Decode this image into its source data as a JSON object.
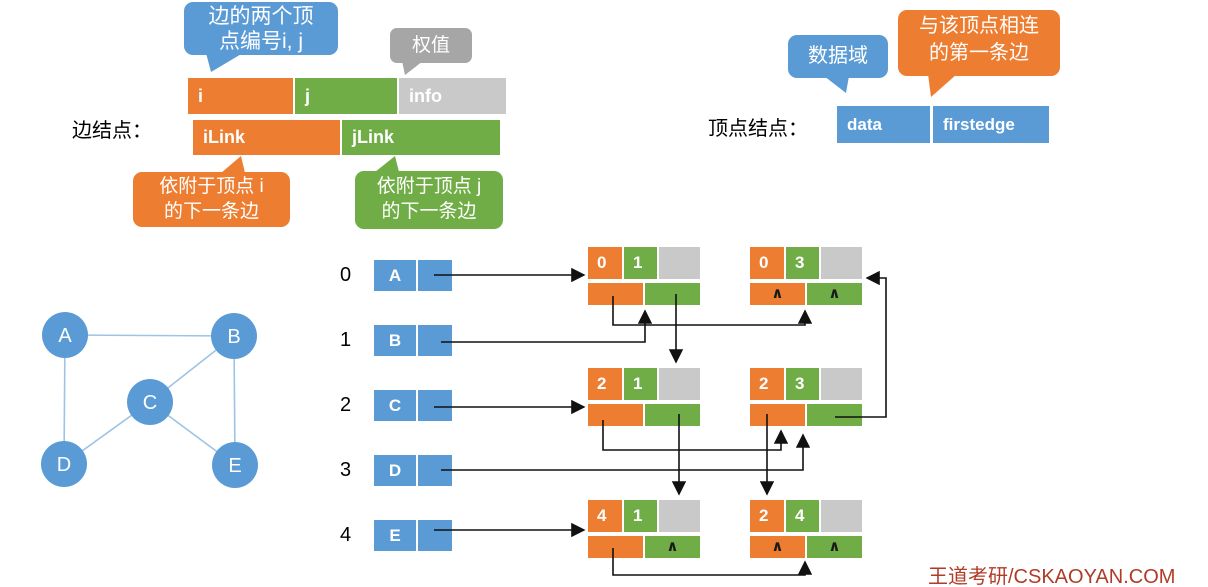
{
  "legend_edge": {
    "label": "边结点：",
    "callout_vertices": "边的两个顶\n点编号i, j",
    "callout_weight": "权值",
    "cells_top": [
      "i",
      "j",
      "info"
    ],
    "cells_bottom": [
      "iLink",
      "jLink"
    ],
    "callout_ilink": "依附于顶点 i\n的下一条边",
    "callout_jlink": "依附于顶点 j\n的下一条边"
  },
  "legend_vertex": {
    "label": "顶点结点：",
    "callout_data": "数据域",
    "callout_firstedge": "与该顶点相连\n的第一条边",
    "cells": [
      "data",
      "firstedge"
    ]
  },
  "graph": {
    "nodes": [
      {
        "label": "A"
      },
      {
        "label": "B"
      },
      {
        "label": "C"
      },
      {
        "label": "D"
      },
      {
        "label": "E"
      }
    ],
    "edges": [
      [
        "A",
        "B"
      ],
      [
        "A",
        "D"
      ],
      [
        "B",
        "C"
      ],
      [
        "B",
        "E"
      ],
      [
        "C",
        "D"
      ],
      [
        "C",
        "E"
      ]
    ]
  },
  "vertex_table": {
    "rows": [
      {
        "index": "0",
        "data": "A"
      },
      {
        "index": "1",
        "data": "B"
      },
      {
        "index": "2",
        "data": "C"
      },
      {
        "index": "3",
        "data": "D"
      },
      {
        "index": "4",
        "data": "E"
      }
    ]
  },
  "edge_nodes": [
    {
      "name": "edge-0-1",
      "i": "0",
      "j": "1",
      "info": "",
      "ilink": "",
      "jlink": ""
    },
    {
      "name": "edge-0-3",
      "i": "0",
      "j": "3",
      "info": "",
      "ilink": "∧",
      "jlink": "∧"
    },
    {
      "name": "edge-2-1",
      "i": "2",
      "j": "1",
      "info": "",
      "ilink": "",
      "jlink": ""
    },
    {
      "name": "edge-2-3",
      "i": "2",
      "j": "3",
      "info": "",
      "ilink": "",
      "jlink": ""
    },
    {
      "name": "edge-4-1",
      "i": "4",
      "j": "1",
      "info": "",
      "ilink": "",
      "jlink": "∧"
    },
    {
      "name": "edge-2-4",
      "i": "2",
      "j": "4",
      "info": "",
      "ilink": "∧",
      "jlink": "∧"
    }
  ],
  "pointers": [
    {
      "from": "A.firstedge",
      "to": "edge-0-1"
    },
    {
      "from": "B.firstedge",
      "to": "edge-0-1"
    },
    {
      "from": "C.firstedge",
      "to": "edge-2-1"
    },
    {
      "from": "D.firstedge",
      "to": "edge-2-3"
    },
    {
      "from": "E.firstedge",
      "to": "edge-4-1"
    },
    {
      "from": "edge-0-1.iLink",
      "to": "edge-0-3"
    },
    {
      "from": "edge-0-1.jLink",
      "to": "edge-2-1"
    },
    {
      "from": "edge-2-1.iLink",
      "to": "edge-2-3"
    },
    {
      "from": "edge-2-1.jLink",
      "to": "edge-4-1"
    },
    {
      "from": "edge-2-3.iLink",
      "to": "edge-2-4"
    },
    {
      "from": "edge-2-3.jLink",
      "to": "edge-0-3"
    },
    {
      "from": "edge-4-1.iLink",
      "to": "edge-2-4"
    }
  ],
  "watermark": {
    "text": "王道考研/CSKAOYAN.COM"
  },
  "colors": {
    "orange": "#ED7D31",
    "green": "#70AD47",
    "gray_cell": "#C9C9C9",
    "gray_callout": "#A6A6A6",
    "blue": "#5B9BD5",
    "graph_edge_line": "#9DC3E6",
    "arrow": "#111111",
    "watermark": "#B03B26"
  }
}
